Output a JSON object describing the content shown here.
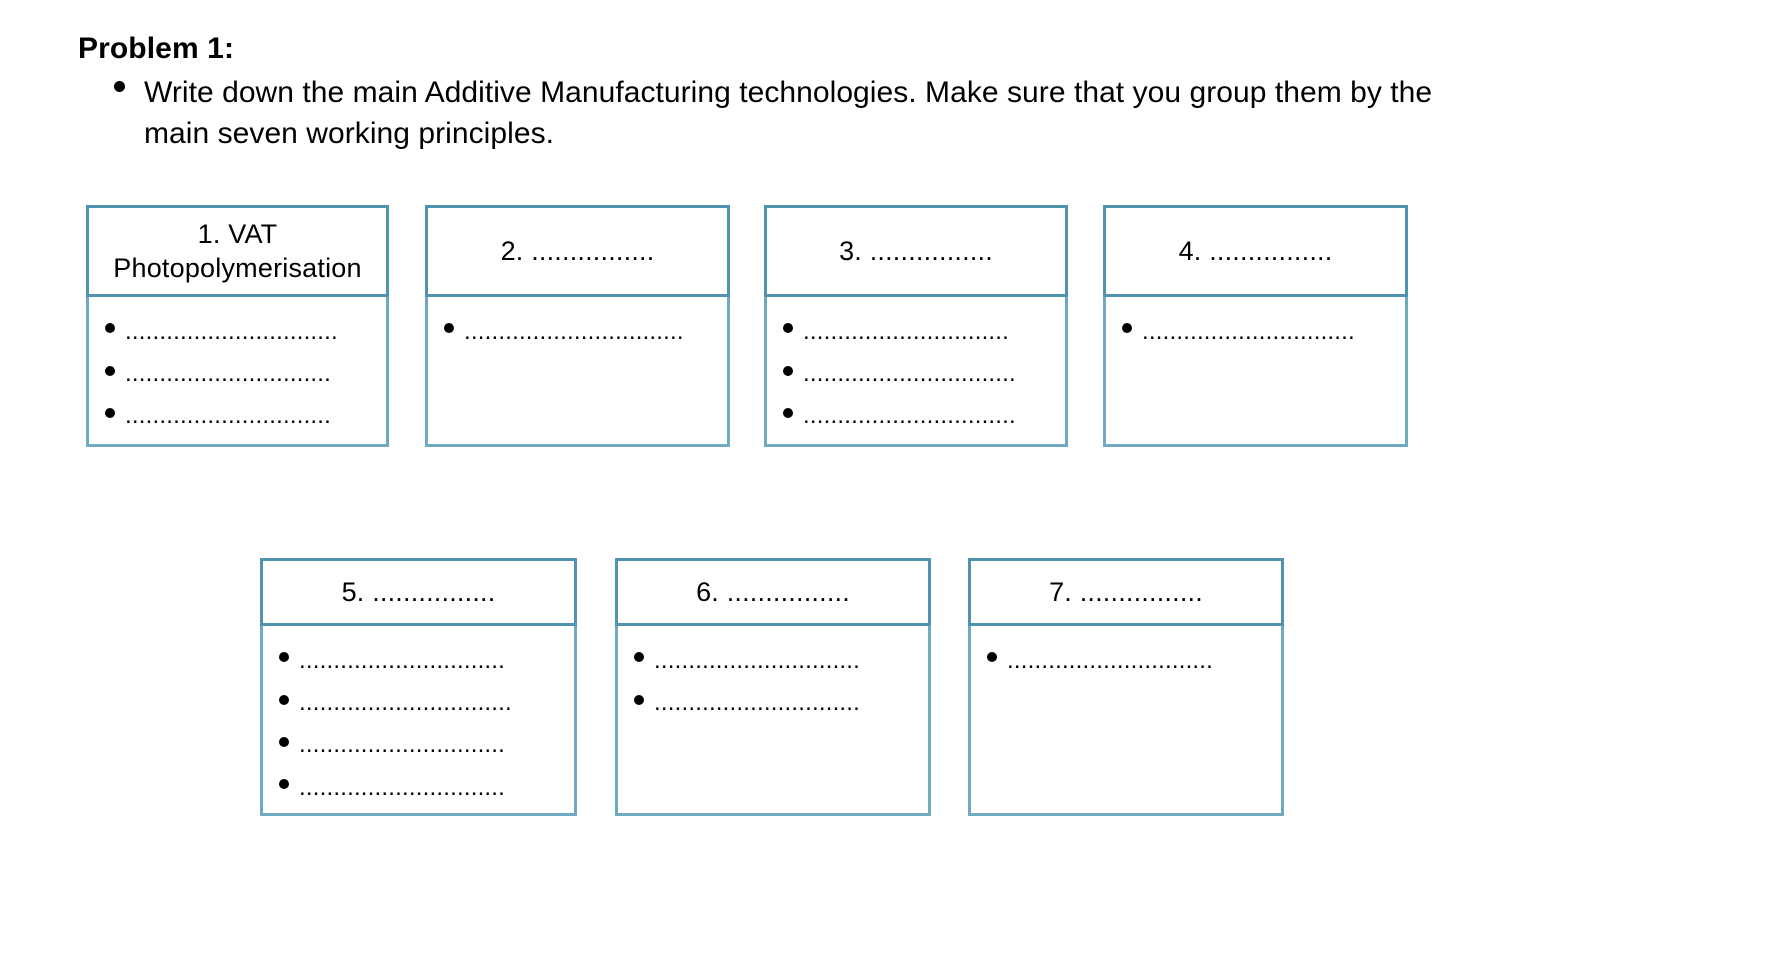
{
  "document": {
    "problem_title": "Problem 1:",
    "instruction": "Write down the main Additive Manufacturing technologies. Make sure that you group them by the main seven working principles."
  },
  "theme": {
    "header_border_color": "#4f93ae",
    "body_border_color": "#6fa9c2",
    "page_background": "#ffffff",
    "text_color": "#000000"
  },
  "rows": [
    {
      "name": "top-row",
      "cards": [
        {
          "id": "card-1",
          "header": "1. VAT Photopolymerisation",
          "blanks": [
            "...............................",
            "..............................",
            ".............................."
          ]
        },
        {
          "id": "card-2",
          "header": "2. ................",
          "blanks": [
            "................................"
          ]
        },
        {
          "id": "card-3",
          "header": "3. ................",
          "blanks": [
            "..............................",
            "...............................",
            "..............................."
          ]
        },
        {
          "id": "card-4",
          "header": "4. ................",
          "blanks": [
            "..............................."
          ]
        }
      ]
    },
    {
      "name": "bottom-row",
      "cards": [
        {
          "id": "card-5",
          "header": "5. ................",
          "blanks": [
            "..............................",
            "...............................",
            "..............................",
            ".............................."
          ]
        },
        {
          "id": "card-6",
          "header": "6. ................",
          "blanks": [
            "..............................",
            ".............................."
          ]
        },
        {
          "id": "card-7",
          "header": "7. ................",
          "blanks": [
            ".............................."
          ]
        }
      ]
    }
  ]
}
